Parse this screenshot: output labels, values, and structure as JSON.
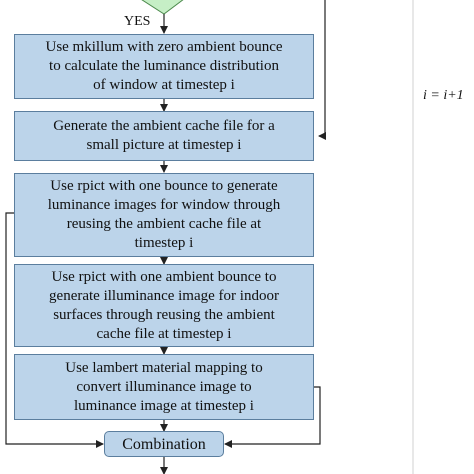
{
  "flowchart": {
    "decision_yes_label": "YES",
    "loop_increment_label": "i = i+1",
    "steps": [
      {
        "lines": [
          "Use mkillum with zero ambient bounce",
          "to  calculate the luminance distribution",
          "of  window at timestep i"
        ]
      },
      {
        "lines": [
          "Generate the ambient cache file for a",
          "small picture at timestep i"
        ]
      },
      {
        "lines": [
          "Use rpict with one bounce to generate",
          "luminance images for window through",
          "reusing the ambient cache file at",
          "timestep i"
        ]
      },
      {
        "lines": [
          "Use rpict with one ambient bounce to",
          "generate illuminance image for indoor",
          "surfaces through reusing the ambient",
          "cache file at timestep i"
        ]
      },
      {
        "lines": [
          "Use lambert material mapping to",
          "convert illuminance image to",
          "luminance image at timestep i"
        ]
      }
    ],
    "combination_label": "Combination"
  }
}
